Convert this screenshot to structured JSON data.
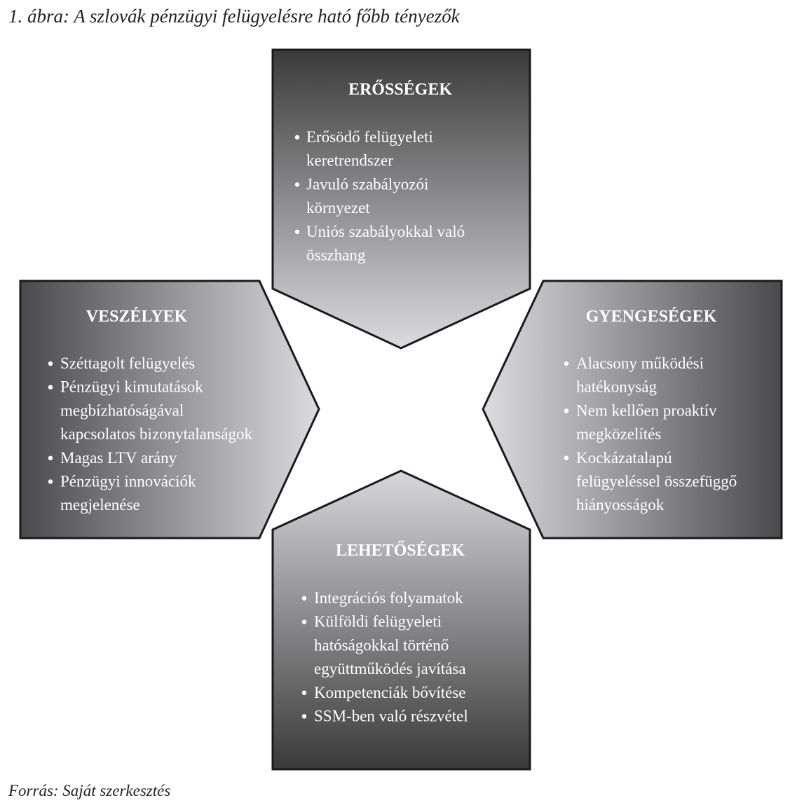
{
  "title": "1. ábra: A szlovák pénzügyi felügyelésre ható főbb tényezők",
  "source": "Forrás: Saját szerkesztés",
  "colors": {
    "dark": "#3a3a3a",
    "light": "#dcdce0",
    "stroke": "#1a1a1a",
    "text": "#ffffff"
  },
  "strengths": {
    "heading": "ERŐSSÉGEK",
    "lines": [
      {
        "bullet": true,
        "text": "Erősödő felügyeleti"
      },
      {
        "bullet": false,
        "text": "keretrendszer"
      },
      {
        "bullet": true,
        "text": "Javuló szabályozói"
      },
      {
        "bullet": false,
        "text": "környezet"
      },
      {
        "bullet": true,
        "text": "Uniós szabályokkal való"
      },
      {
        "bullet": false,
        "text": "összhang"
      }
    ]
  },
  "threats": {
    "heading": "VESZÉLYEK",
    "lines": [
      {
        "bullet": true,
        "text": "Széttagolt felügyelés"
      },
      {
        "bullet": true,
        "text": "Pénzügyi kimutatások"
      },
      {
        "bullet": false,
        "text": "megbízhatóságával"
      },
      {
        "bullet": false,
        "text": "kapcsolatos bizonytalanságok"
      },
      {
        "bullet": true,
        "text": "Magas LTV arány"
      },
      {
        "bullet": true,
        "text": "Pénzügyi innovációk"
      },
      {
        "bullet": false,
        "text": "megjelenése"
      }
    ]
  },
  "weaknesses": {
    "heading": "GYENGESÉGEK",
    "lines": [
      {
        "bullet": true,
        "text": "Alacsony működési"
      },
      {
        "bullet": false,
        "text": "hatékonyság"
      },
      {
        "bullet": true,
        "text": "Nem kellően proaktív"
      },
      {
        "bullet": false,
        "text": "megközelítés"
      },
      {
        "bullet": true,
        "text": "Kockázatalapú"
      },
      {
        "bullet": false,
        "text": "felügyeléssel összefüggő"
      },
      {
        "bullet": false,
        "text": "hiányosságok"
      }
    ]
  },
  "opportunities": {
    "heading": "LEHETŐSÉGEK",
    "lines": [
      {
        "bullet": true,
        "text": "Integrációs folyamatok"
      },
      {
        "bullet": true,
        "text": "Külföldi felügyeleti"
      },
      {
        "bullet": false,
        "text": "hatóságokkal történő"
      },
      {
        "bullet": false,
        "text": "együttműködés javítása"
      },
      {
        "bullet": true,
        "text": "Kompetenciák bővítése"
      },
      {
        "bullet": true,
        "text": "SSM-ben való részvétel"
      }
    ]
  }
}
